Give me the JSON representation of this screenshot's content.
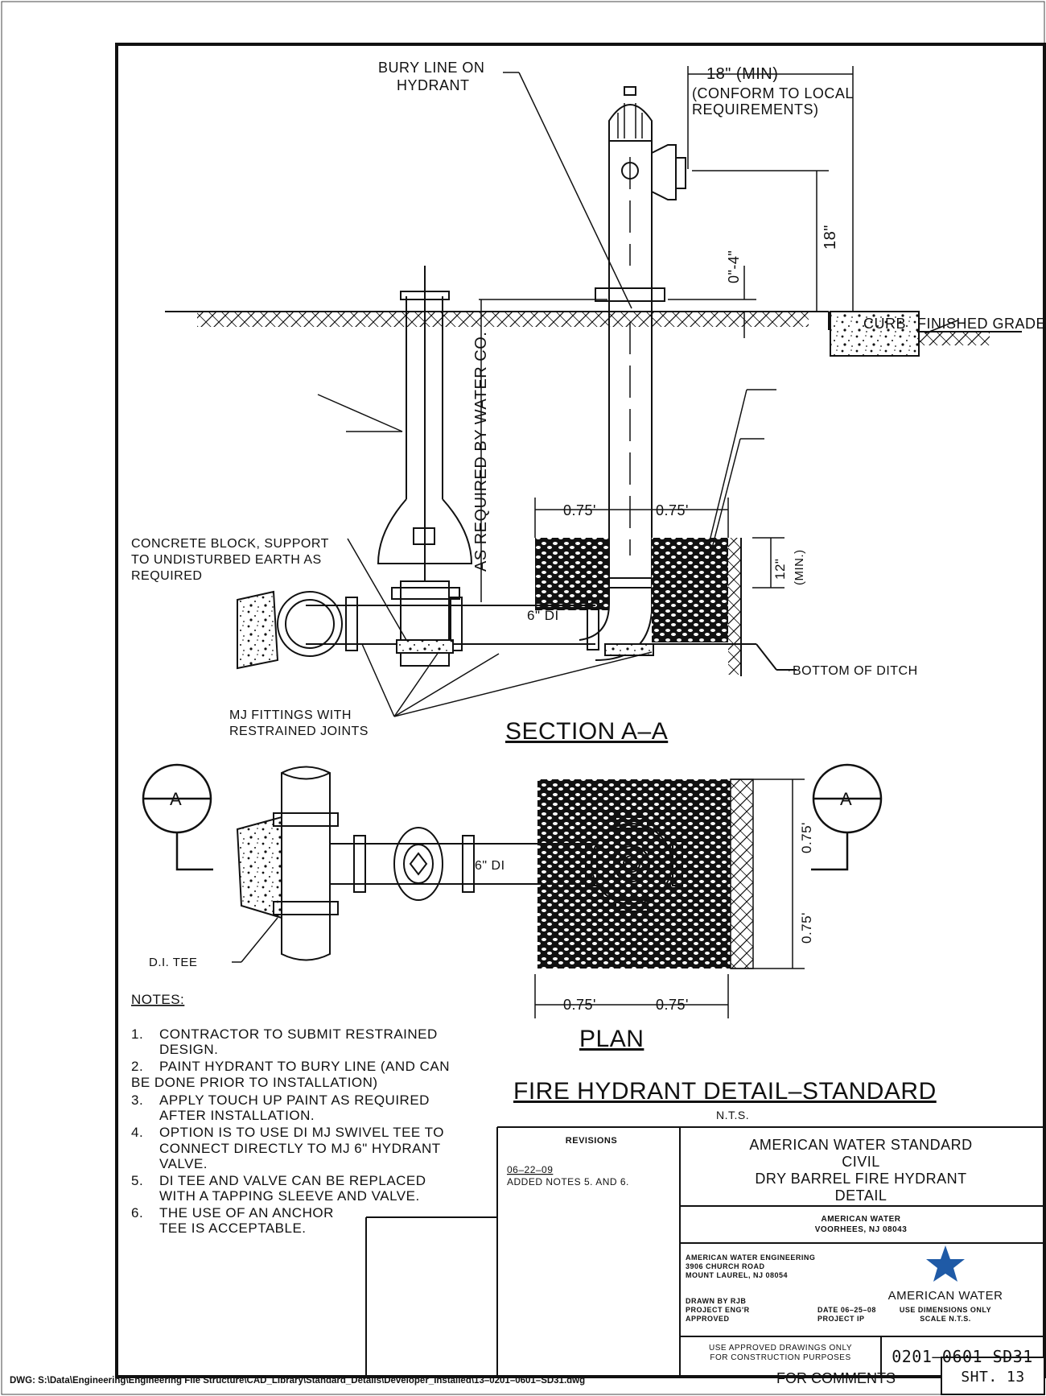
{
  "labels": {
    "bury_line": [
      "BURY LINE ON",
      "HYDRANT"
    ],
    "min_18": "18\" (MIN)",
    "conform": [
      "(CONFORM TO LOCAL",
      "REQUIREMENTS)"
    ],
    "dim_18": "18\"",
    "dim_0_4": "0\"-4\"",
    "curb": "CURB",
    "finished_grade": "FINISHED GRADE",
    "as_required": "AS REQUIRED BY WATER CO.",
    "dim_075": "0.75'",
    "dim_12": "12\"",
    "dim_min": "(MIN.)",
    "concrete_block": [
      "CONCRETE BLOCK, SUPPORT",
      "TO UNDISTURBED EARTH AS",
      "REQUIRED"
    ],
    "pipe_6di": "6\" DI",
    "bottom_ditch": "BOTTOM OF DITCH",
    "mj_fittings": [
      "MJ FITTINGS WITH",
      "RESTRAINED JOINTS"
    ],
    "section_aa": "SECTION A–A",
    "section_marker": "A",
    "di_tee": "D.I. TEE",
    "plan": "PLAN",
    "main_title": "FIRE HYDRANT DETAIL–STANDARD",
    "nts": "N.T.S."
  },
  "notes": {
    "heading": "NOTES:",
    "items": [
      {
        "num": "1.",
        "lines": [
          "CONTRACTOR TO SUBMIT RESTRAINED",
          "DESIGN."
        ]
      },
      {
        "num": "2.",
        "lines": [
          "PAINT HYDRANT TO BURY LINE (AND CAN",
          "BE DONE PRIOR TO INSTALLATION)"
        ]
      },
      {
        "num": "3.",
        "lines": [
          "APPLY TOUCH UP PAINT AS REQUIRED",
          "AFTER INSTALLATION."
        ]
      },
      {
        "num": "4.",
        "lines": [
          "OPTION IS TO USE DI MJ SWIVEL TEE TO",
          "CONNECT DIRECTLY TO MJ 6\" HYDRANT",
          "VALVE."
        ]
      },
      {
        "num": "5.",
        "lines": [
          "DI TEE AND VALVE CAN BE REPLACED",
          "WITH A TAPPING SLEEVE AND VALVE."
        ]
      },
      {
        "num": "6.",
        "lines": [
          "THE USE OF AN ANCHOR",
          "TEE IS ACCEPTABLE."
        ]
      }
    ]
  },
  "title_block": {
    "revisions_heading": "REVISIONS",
    "revision_date": "06–22–09",
    "revision_text": "ADDED NOTES 5. AND 6.",
    "standard_title": [
      "AMERICAN WATER STANDARD",
      "CIVIL",
      "DRY BARREL FIRE HYDRANT",
      "DETAIL"
    ],
    "company": [
      "AMERICAN WATER",
      "VOORHEES, NJ 08043"
    ],
    "engineering": [
      "AMERICAN WATER ENGINEERING",
      "3906 CHURCH ROAD",
      "MOUNT LAUREL, NJ 08054"
    ],
    "drawn_by": "DRAWN BY RJB",
    "project_engr": "PROJECT ENG'R",
    "approved": "APPROVED",
    "date": "DATE 06–25–08",
    "project": "PROJECT IP",
    "logo_text": "AMERICAN WATER",
    "use_dimensions": "USE DIMENSIONS ONLY",
    "scale": "SCALE N.T.S.",
    "approved_drawings": [
      "USE APPROVED DRAWINGS ONLY",
      "FOR CONSTRUCTION PURPOSES"
    ],
    "drawing_number": "0201–0601–SD31",
    "sheet": "SHT. 13"
  },
  "footer": {
    "path": "DWG: S:\\Data\\Engineering\\Engineering File Structure\\CAD_Library\\Standard_Details\\Developer_Installed\\13–0201–0601–SD31.dwg",
    "stamp": "FOR COMMENTS"
  },
  "colors": {
    "line": "#111111",
    "logo_blue": "#1f5aa6",
    "logo_red": "#b8202a"
  }
}
